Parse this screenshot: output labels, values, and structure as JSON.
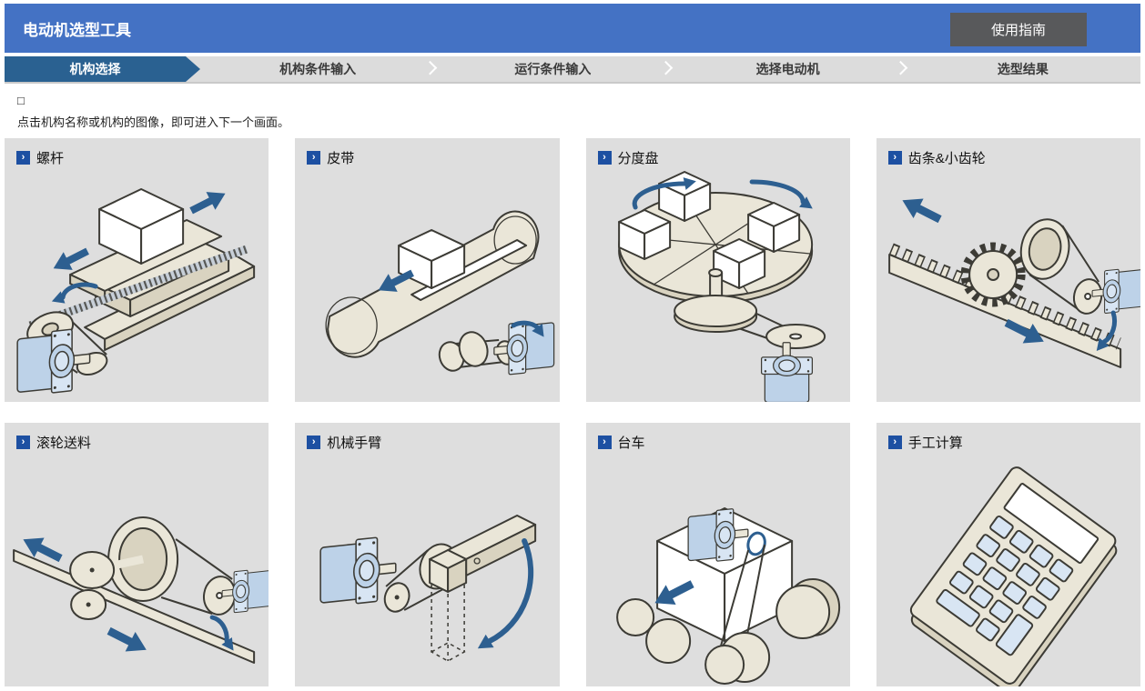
{
  "app": {
    "title": "电动机选型工具",
    "guide_button": "使用指南"
  },
  "steps": [
    {
      "label": "机构选择",
      "active": true
    },
    {
      "label": "机构条件输入",
      "active": false
    },
    {
      "label": "运行条件输入",
      "active": false
    },
    {
      "label": "选择电动机",
      "active": false
    },
    {
      "label": "选型结果",
      "active": false
    }
  ],
  "intro": {
    "marker": "□",
    "text": "点击机构名称或机构的图像，即可进入下一个画面。"
  },
  "cards": [
    {
      "id": "screw",
      "label": "螺杆"
    },
    {
      "id": "belt",
      "label": "皮带"
    },
    {
      "id": "index-table",
      "label": "分度盘"
    },
    {
      "id": "rack-pinion",
      "label": "齿条&小齿轮"
    },
    {
      "id": "roller-feed",
      "label": "滚轮送料"
    },
    {
      "id": "robot-arm",
      "label": "机械手臂"
    },
    {
      "id": "cart",
      "label": "台车"
    },
    {
      "id": "manual-calc",
      "label": "手工计算"
    }
  ],
  "icons": {
    "card_bullet": "chevron-right-in-blue-square"
  },
  "colors": {
    "header_blue": "#4472c4",
    "step_active": "#2a6191",
    "step_inactive": "#dcdcdc",
    "button_gray": "#58595b",
    "card_bg": "#dedede",
    "icon_blue": "#1d50a2",
    "outline": "#3c3b35",
    "illus_beige": "#eae6d8",
    "illus_beige_dark": "#d9d3c0",
    "motor_blue": "#d8e5f3",
    "motor_blue_dark": "#bdd2e8",
    "arrow_blue": "#2d5f90"
  }
}
